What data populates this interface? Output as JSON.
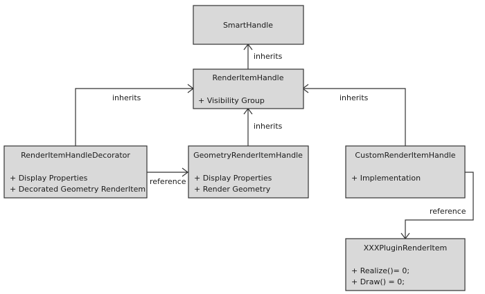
{
  "classes": {
    "smart_handle": {
      "title": "SmartHandle",
      "members": []
    },
    "render_item_handle": {
      "title": "RenderItemHandle",
      "members": [
        "+ Visibility Group"
      ]
    },
    "decorator": {
      "title": "RenderItemHandleDecorator",
      "members": [
        "+ Display Properties",
        "+ Decorated Geometry RenderItem"
      ]
    },
    "geometry": {
      "title": "GeometryRenderItemHandle",
      "members": [
        "+ Display Properties",
        "+ Render Geometry"
      ]
    },
    "custom": {
      "title": "CustomRenderItemHandle",
      "members": [
        "+ Implementation"
      ]
    },
    "plugin": {
      "title": "XXXPluginRenderItem",
      "members": [
        "+ Realize()= 0;",
        "+ Draw() = 0;"
      ]
    }
  },
  "relations": {
    "rih_to_smart": "inherits",
    "decorator_to_rih": "inherits",
    "geometry_to_rih": "inherits",
    "custom_to_rih": "inherits",
    "decorator_to_geometry": "reference",
    "custom_to_plugin": "reference"
  }
}
